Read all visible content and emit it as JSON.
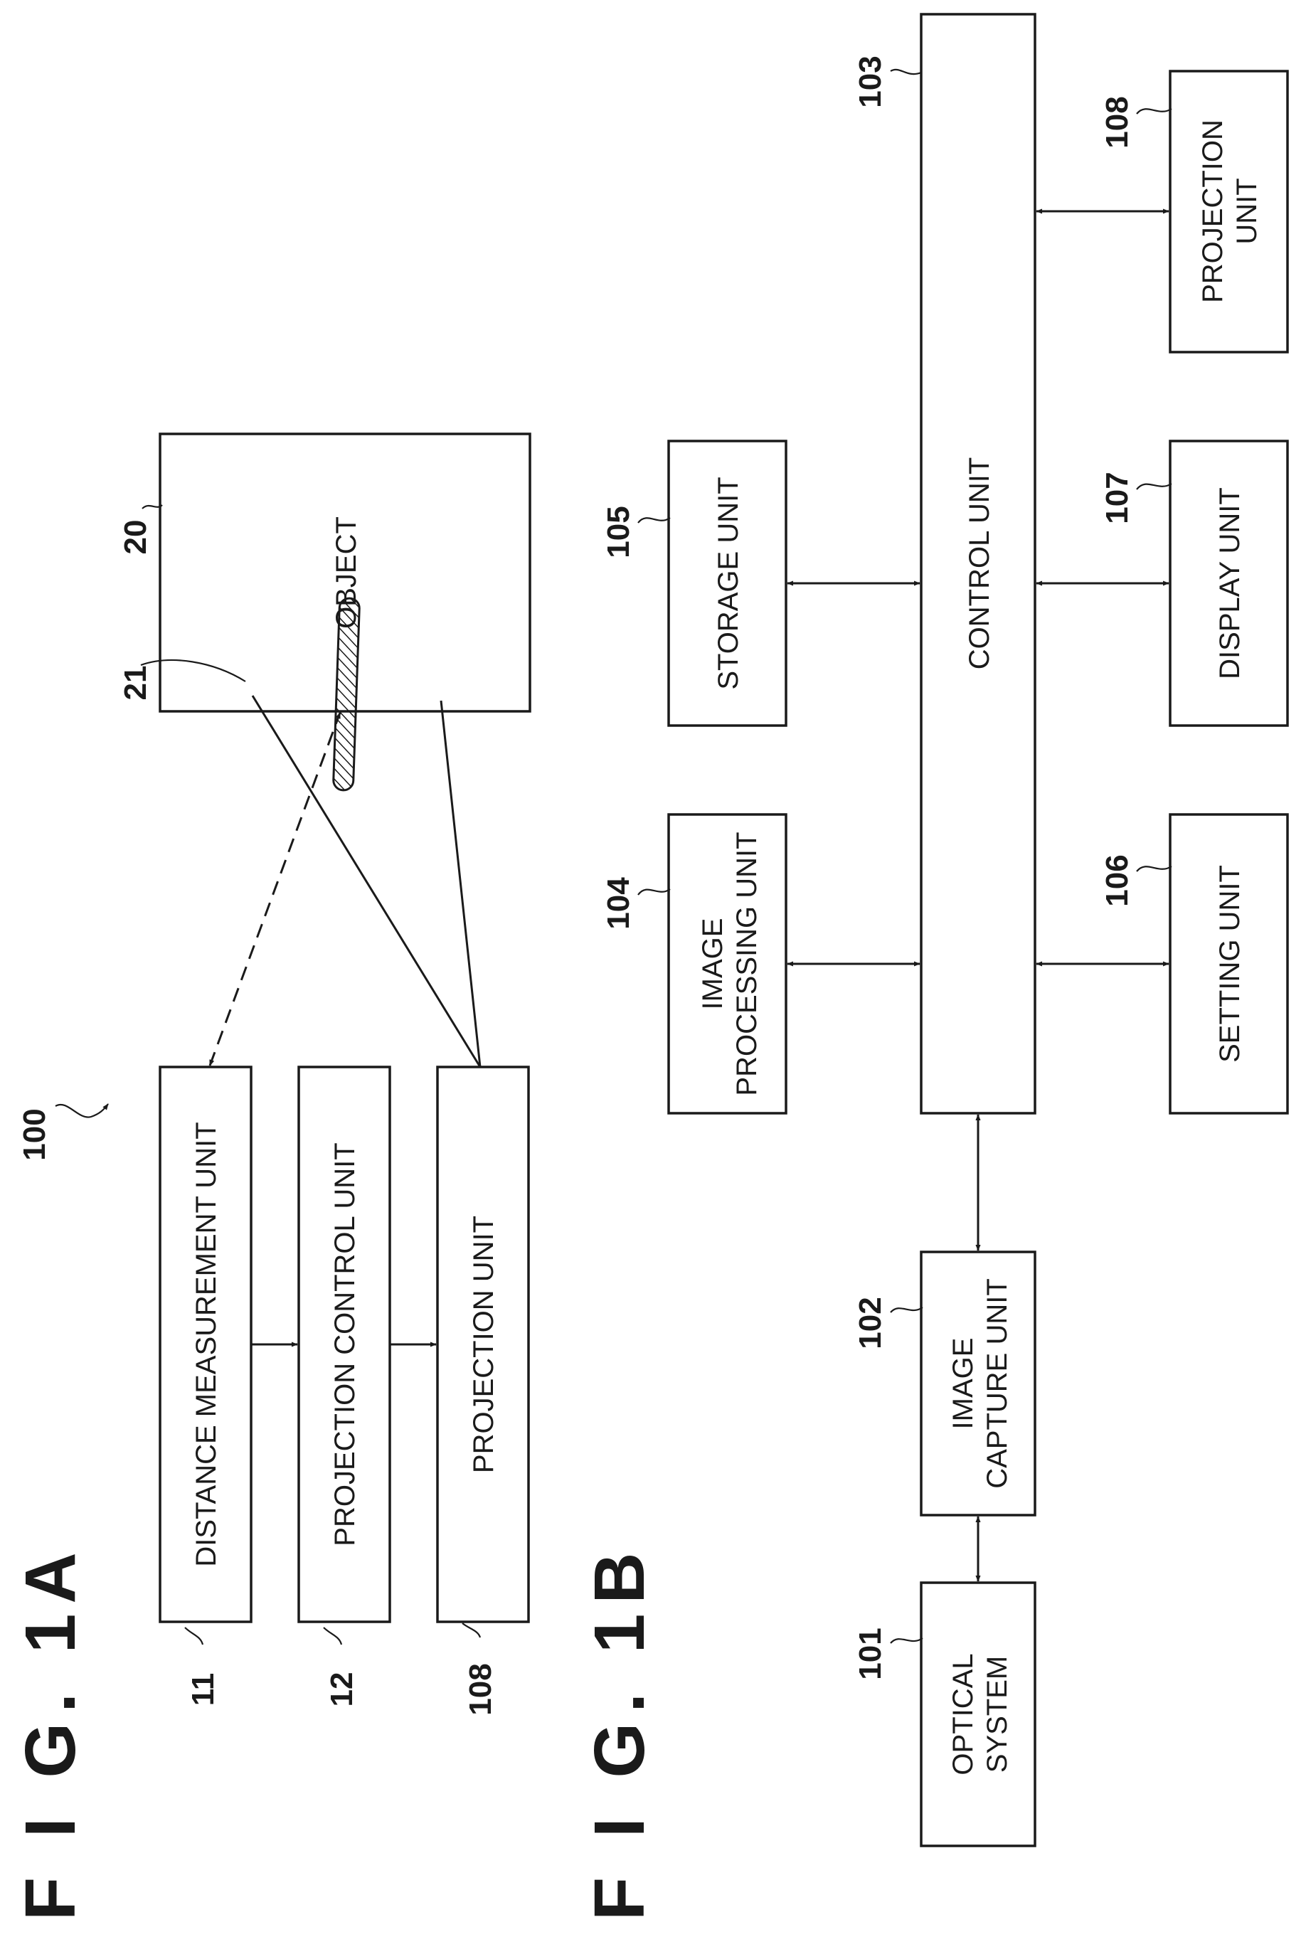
{
  "figures": {
    "fig_1a": "F I G.  1A",
    "fig_1b": "F I G.  1B"
  },
  "fig1a": {
    "system_ref": "100",
    "distance_measurement": {
      "label": "DISTANCE MEASUREMENT UNIT",
      "ref": "11"
    },
    "projection_control": {
      "label": "PROJECTION CONTROL UNIT",
      "ref": "12"
    },
    "projection_unit": {
      "label": "PROJECTION UNIT",
      "ref": "108"
    },
    "object": {
      "label": "OBJECT",
      "ref": "20"
    },
    "projected_area": {
      "ref": "21"
    }
  },
  "fig1b": {
    "optical_system": {
      "line1": "OPTICAL",
      "line2": "SYSTEM",
      "ref": "101"
    },
    "image_capture": {
      "line1": "IMAGE",
      "line2": "CAPTURE UNIT",
      "ref": "102"
    },
    "control_unit": {
      "label": "CONTROL UNIT",
      "ref": "103"
    },
    "image_processing": {
      "line1": "IMAGE",
      "line2": "PROCESSING UNIT",
      "ref": "104"
    },
    "storage_unit": {
      "label": "STORAGE UNIT",
      "ref": "105"
    },
    "setting_unit": {
      "label": "SETTING UNIT",
      "ref": "106"
    },
    "display_unit": {
      "label": "DISPLAY UNIT",
      "ref": "107"
    },
    "projection_unit": {
      "line1": "PROJECTION",
      "line2": "UNIT",
      "ref": "108"
    }
  },
  "colors": {
    "ink": "#1a1a1a",
    "background": "#ffffff"
  }
}
